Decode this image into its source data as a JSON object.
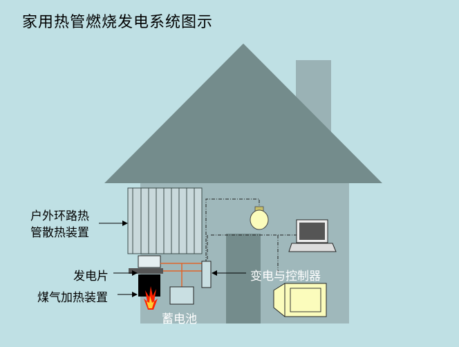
{
  "title": "家用热管燃烧发电系统图示",
  "labels": {
    "radiator_line1": "户外环路热",
    "radiator_line2": "管散热装置",
    "generator_chip": "发电片",
    "gas_heater": "煤气加热装置",
    "battery": "蓄电池",
    "inverter_controller": "变电与控制器"
  },
  "colors": {
    "background": "#bfe0e4",
    "roof": "#748c8c",
    "wall": "#9fb8bb",
    "chimney": "#9ab2b5",
    "door": "#748c8c",
    "radiator": "#c9d9dc",
    "flame_red": "#ff2200",
    "wire_orange": "#e0642a",
    "appliance_yellow": "#fbfcbc"
  },
  "icons": [
    "lightbulb-icon",
    "laptop-icon",
    "television-icon",
    "flame-icon"
  ]
}
